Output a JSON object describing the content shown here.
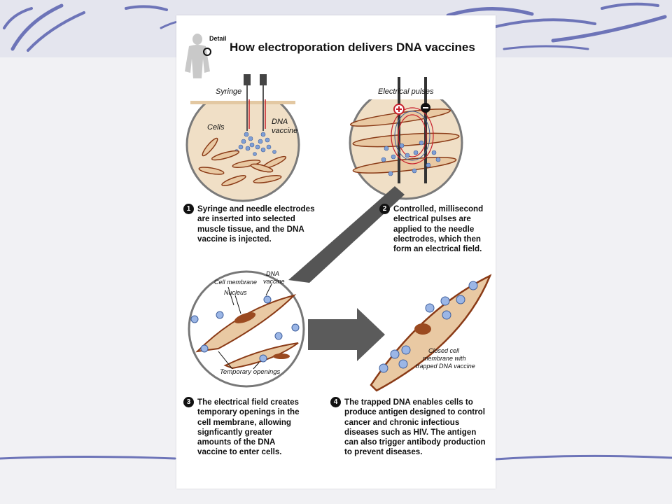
{
  "figure": {
    "title": "How electroporation delivers DNA vaccines",
    "detail_label": "Detail",
    "panel1": {
      "syringe_label": "Syringe",
      "cells_label": "Cells",
      "dna_label_line1": "DNA",
      "dna_label_line2": "vaccine"
    },
    "panel2": {
      "pulses_label": "Electrical pulses"
    },
    "panel3": {
      "cell_membrane_label": "Cell membrane",
      "nucleus_label": "Nucleus",
      "dna_label_line1": "DNA",
      "dna_label_line2": "vaccine",
      "openings_label": "Temporary openings"
    },
    "panel4": {
      "closed_label_line1": "Closed cell",
      "closed_label_line2": "membrane with",
      "closed_label_line3": "trapped DNA vaccine"
    },
    "steps": [
      {
        "num": "1",
        "lines": [
          "Syringe and needle electrodes",
          "are inserted into selected",
          "muscle tissue, and the DNA",
          "vaccine is injected."
        ]
      },
      {
        "num": "2",
        "lines": [
          "Controlled, millisecond",
          "electrical pulses are",
          "applied to the needle",
          "electrodes, which then",
          "form an electrical field."
        ]
      },
      {
        "num": "3",
        "lines": [
          "The electrical field creates",
          "temporary openings in the",
          "cell membrane, allowing",
          "signficantly greater",
          "amounts of the DNA",
          "vaccine to enter cells."
        ]
      },
      {
        "num": "4",
        "lines": [
          "The trapped DNA enables cells to",
          "produce antigen designed to control",
          "cancer and chronic infectious",
          "diseases such as HIV. The antigen",
          "can also trigger antibody production",
          "to prevent diseases."
        ]
      }
    ],
    "colors": {
      "cell_fill": "#e9c9a3",
      "cell_outline": "#8a3a16",
      "dna_blue": "#7f9fd6",
      "plus_red": "#c8202c",
      "background_swirl": "#6d74b8"
    }
  }
}
